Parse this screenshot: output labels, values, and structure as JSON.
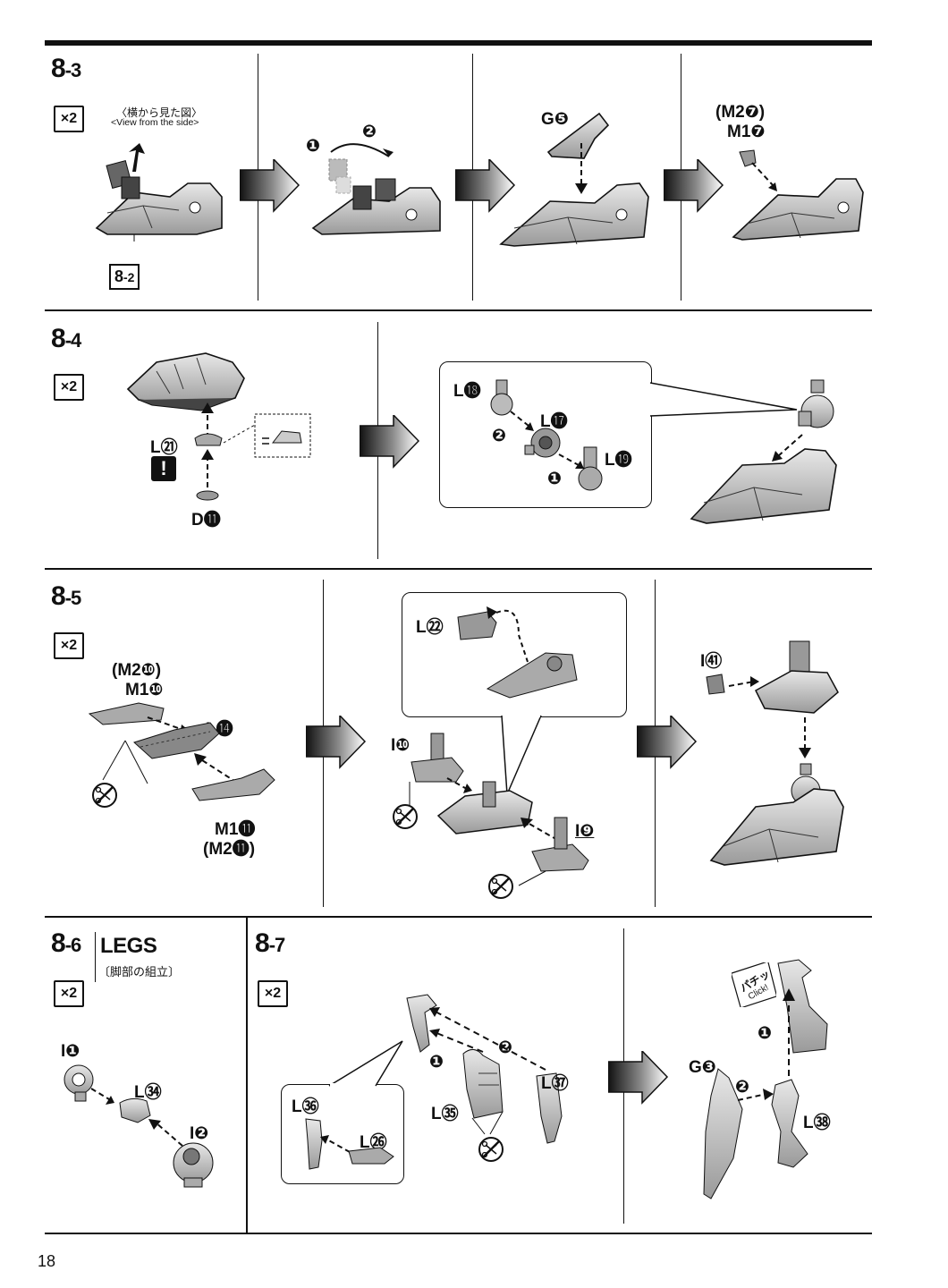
{
  "page_number": "18",
  "steps": {
    "s83": {
      "num": "8",
      "sub": "-3",
      "count": "×2",
      "side_view_jp": "〈横から見た図〉",
      "side_view_en": "<View from the side>",
      "ref_num": "8",
      "ref_sub": "-2",
      "label_g5": "G❺",
      "label_m2_7": "(M2❼)",
      "label_m1_7": "M1❼"
    },
    "s84": {
      "num": "8",
      "sub": "-4",
      "count": "×2",
      "label_l21": "L㉑",
      "label_d11": "D⓫",
      "label_l18": "L⓲",
      "label_l17": "L⓱",
      "label_l19": "L⓳",
      "warning": "!"
    },
    "s85": {
      "num": "8",
      "sub": "-5",
      "count": "×2",
      "label_m2_10": "(M2❿)",
      "label_m1_10": "M1❿",
      "label_l14": "L⓮",
      "label_m1_11": "M1⓫",
      "label_m2_11": "(M2⓫)",
      "label_l22": "L㉒",
      "label_i10": "I❿",
      "label_i9": "I❾",
      "label_i41": "I㊶"
    },
    "s86": {
      "num": "8",
      "sub": "-6",
      "title": "LEGS",
      "subtitle_jp": "〔脚部の組立〕",
      "count": "×2",
      "label_i1": "I❶",
      "label_l34": "L㉞",
      "label_i2": "I❷"
    },
    "s87": {
      "num": "8",
      "sub": "-7",
      "count": "×2",
      "label_l36": "L㊱",
      "label_l26": "L㉖",
      "label_l35": "L㉟",
      "label_l37": "L㊲",
      "label_g3": "G❸",
      "label_l38": "L㊳",
      "click_jp": "パチッ",
      "click_en": "Click!"
    }
  },
  "order_marks": {
    "first": "❶",
    "second": "❷"
  },
  "icons": [
    "arrow-right-icon",
    "no-cut-icon",
    "warning-icon",
    "click-icon"
  ],
  "colors": {
    "ink": "#111111",
    "part_fill": "#bfbfbf",
    "part_dark": "#595959",
    "part_light": "#e6e6e6"
  }
}
